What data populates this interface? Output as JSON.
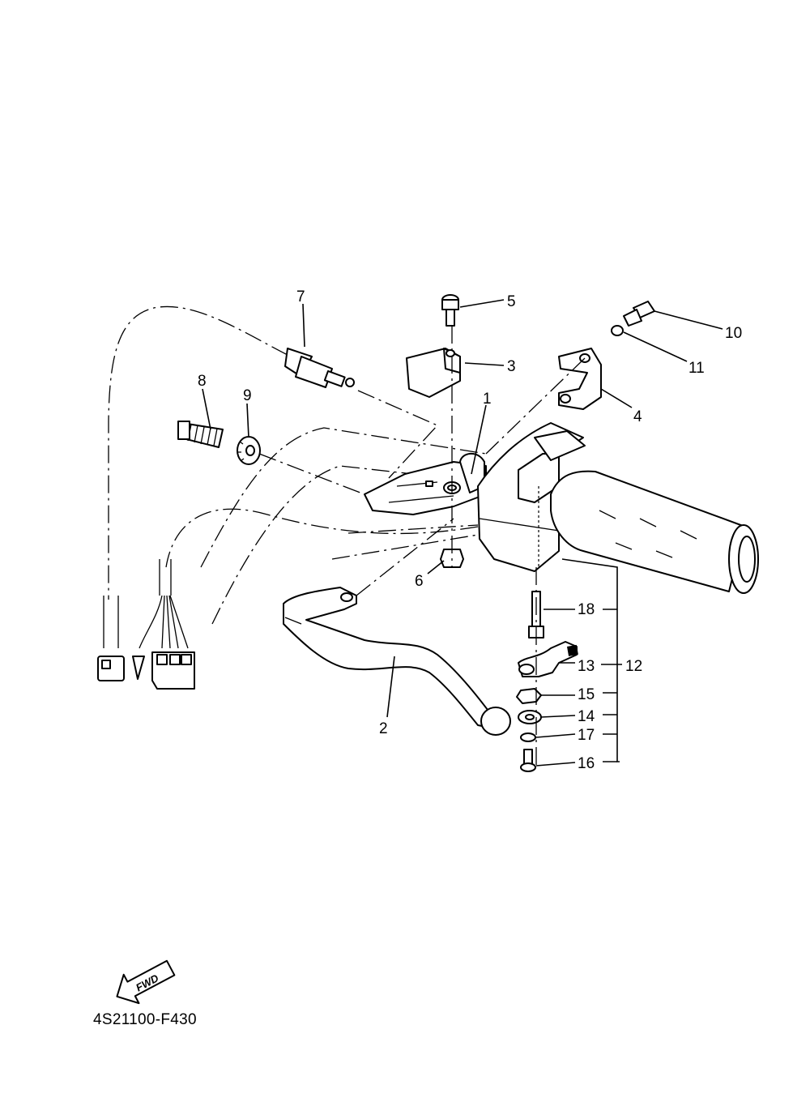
{
  "diagram": {
    "code": "4S21100-F430",
    "fwd_label": "FWD",
    "callouts": {
      "c1": "1",
      "c2": "2",
      "c3": "3",
      "c4": "4",
      "c5": "5",
      "c6": "6",
      "c7": "7",
      "c8": "8",
      "c9": "9",
      "c10": "10",
      "c11": "11",
      "c12": "12",
      "c13": "13",
      "c14": "14",
      "c15": "15",
      "c16": "16",
      "c17": "17",
      "c18": "18"
    }
  }
}
